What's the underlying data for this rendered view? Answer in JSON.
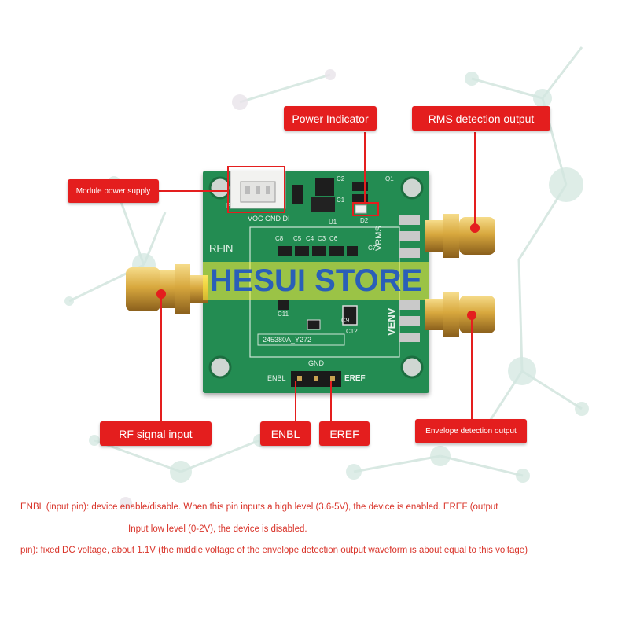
{
  "callouts": {
    "power_indicator": "Power Indicator",
    "rms_output": "RMS detection output",
    "module_power": "Module power supply",
    "rf_input": "RF signal input",
    "enbl": "ENBL",
    "eref": "EREF",
    "envelope_output": "Envelope detection output"
  },
  "board": {
    "rfin": "RFIN",
    "vrms": "VRMS",
    "venv": "VENV",
    "pins_top": "VOC GND DI",
    "gnd": "GND",
    "enbl": "ENBL",
    "eref": "EREF",
    "part_number": "245380A_Y272",
    "refs": [
      "P1",
      "C2",
      "Q1",
      "C1",
      "U1",
      "D2",
      "C5",
      "C4",
      "C3",
      "C6",
      "C8",
      "C7",
      "C11",
      "C12",
      "C9"
    ]
  },
  "watermark": "HESUI STORE",
  "description": {
    "line1": "ENBL (input pin): device enable/disable. When this pin inputs a high level (3.6-5V), the device is enabled. EREF (output",
    "line2": "Input low level (0-2V), the device is disabled.",
    "line3": "pin): fixed DC voltage, about 1.1V (the middle voltage of the envelope detection output waveform is about equal to this voltage)"
  },
  "colors": {
    "callout": "#e41e1e",
    "board": "#238c52",
    "watermark_text": "#2a5fb8",
    "watermark_band": "#fff03c",
    "description_text": "#d9342a"
  }
}
